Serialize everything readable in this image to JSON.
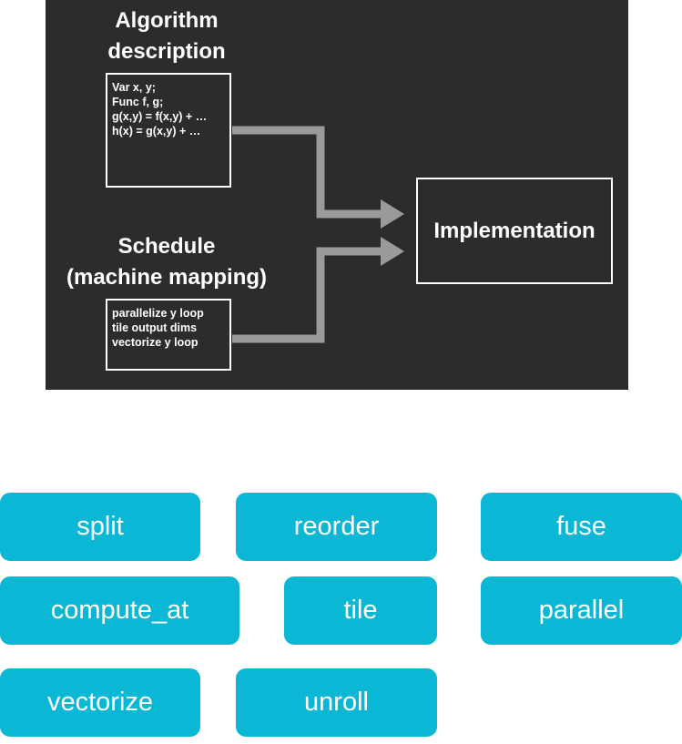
{
  "diagram": {
    "algorithm_title": [
      "Algorithm",
      "description"
    ],
    "algorithm_code": [
      "Var x, y;",
      "Func f, g;",
      "g(x,y) = f(x,y) + …",
      "h(x) = g(x,y) + …"
    ],
    "schedule_title": [
      "Schedule",
      "(machine mapping)"
    ],
    "schedule_code": [
      "parallelize y loop",
      "tile output dims",
      "vectorize y loop"
    ],
    "implementation_label": "Implementation",
    "colors": {
      "background": "#2c2c2e",
      "arrow": "#9a9a9a",
      "text": "#ffffff"
    }
  },
  "primitives": {
    "chip_color": "#0ab8d6",
    "items": [
      "split",
      "reorder",
      "fuse",
      "compute_at",
      "tile",
      "parallel",
      "vectorize",
      "unroll"
    ]
  }
}
